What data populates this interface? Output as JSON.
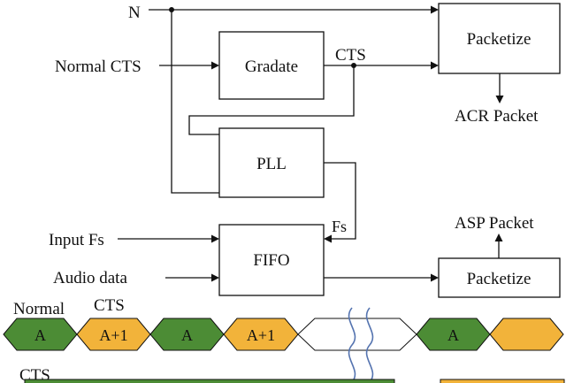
{
  "signals": {
    "n": "N",
    "normal_cts": "Normal CTS",
    "cts_out": "CTS",
    "acr_packet": "ACR Packet",
    "fs": "Fs",
    "input_fs": "Input Fs",
    "audio_data": "Audio data",
    "asp_packet": "ASP Packet"
  },
  "blocks": {
    "packetize_top": "Packetize",
    "gradate": "Gradate",
    "pll": "PLL",
    "fifo": "FIFO",
    "packetize_bottom": "Packetize"
  },
  "timeline": {
    "label_normal": "Normal",
    "label_cts_top": "CTS",
    "label_cts_bottom": "CTS",
    "segments": [
      "A",
      "A+1",
      "A",
      "A+1",
      "",
      "A",
      ""
    ]
  },
  "colors": {
    "green": "#4c8c35",
    "orange": "#f2b33a",
    "blue_wave": "#5574b0",
    "line": "#111111"
  }
}
